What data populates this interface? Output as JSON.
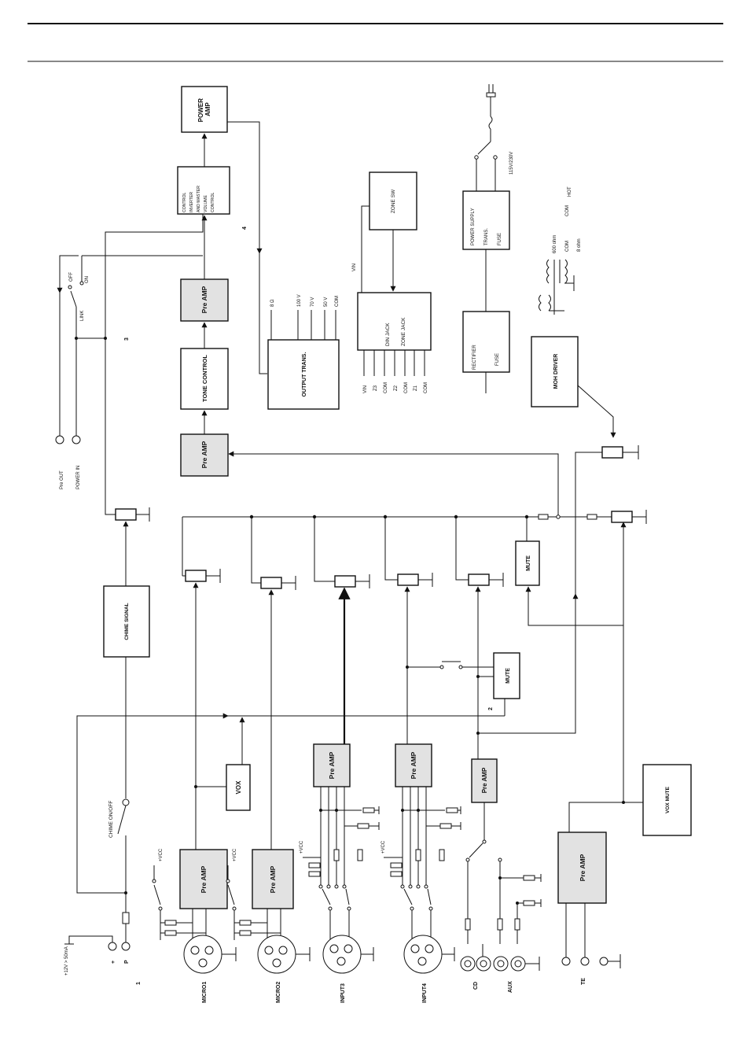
{
  "diagram": {
    "labels": {
      "power_amp": "POWER\nAMP",
      "control_inverter": "CONTROL\nINVERTER\nAND MASTER\nVOLUME\nCONTROL",
      "pre_amp": "Pre AMP",
      "tone_control": "TONE CONTROL",
      "output_trans": "OUTPUT TRANS.",
      "tap_8ohm": "8 Ω",
      "tap_100v": "100 V",
      "tap_70v": "70 V",
      "tap_50v": "50 V",
      "com": "COM",
      "zone_sw": "ZONE SW",
      "din_jack": "DIN JACK",
      "zone_jack": "ZONE JACK",
      "vin": "VIN",
      "z3": "Z3",
      "z2": "Z2",
      "z1": "Z1",
      "power_supply": "POWER SUPPLY",
      "trans": "TRANS.",
      "fuse": "FUSE",
      "rectifier": "RECTIFIER",
      "mains": "115V/230V",
      "moh_driver": "MOH DRIVER",
      "ohm600": "600 ohm",
      "ohm8": "8 ohm",
      "hot": "HOT",
      "off": "OFF",
      "on": "ON",
      "link": "LINK",
      "pre_out": "Pre OUT",
      "power_in": "POWER IN",
      "chime_signal": "CHIME SIGNAL",
      "chime_onoff": "CHIME ON/OFF",
      "vcc": "+VCC",
      "vox": "VOX",
      "vox_mute": "VOX MUTE",
      "mute": "MUTE",
      "supply": "+12V > 50mA",
      "plus": "+",
      "p": "P",
      "micro1": "MICRO1",
      "micro2": "MICRO2",
      "input3": "INPUT3",
      "input4": "INPUT4",
      "cd": "CD",
      "aux": "AUX",
      "te": "TE",
      "n1": "1",
      "n2": "2",
      "n3": "3",
      "n4": "4"
    }
  }
}
